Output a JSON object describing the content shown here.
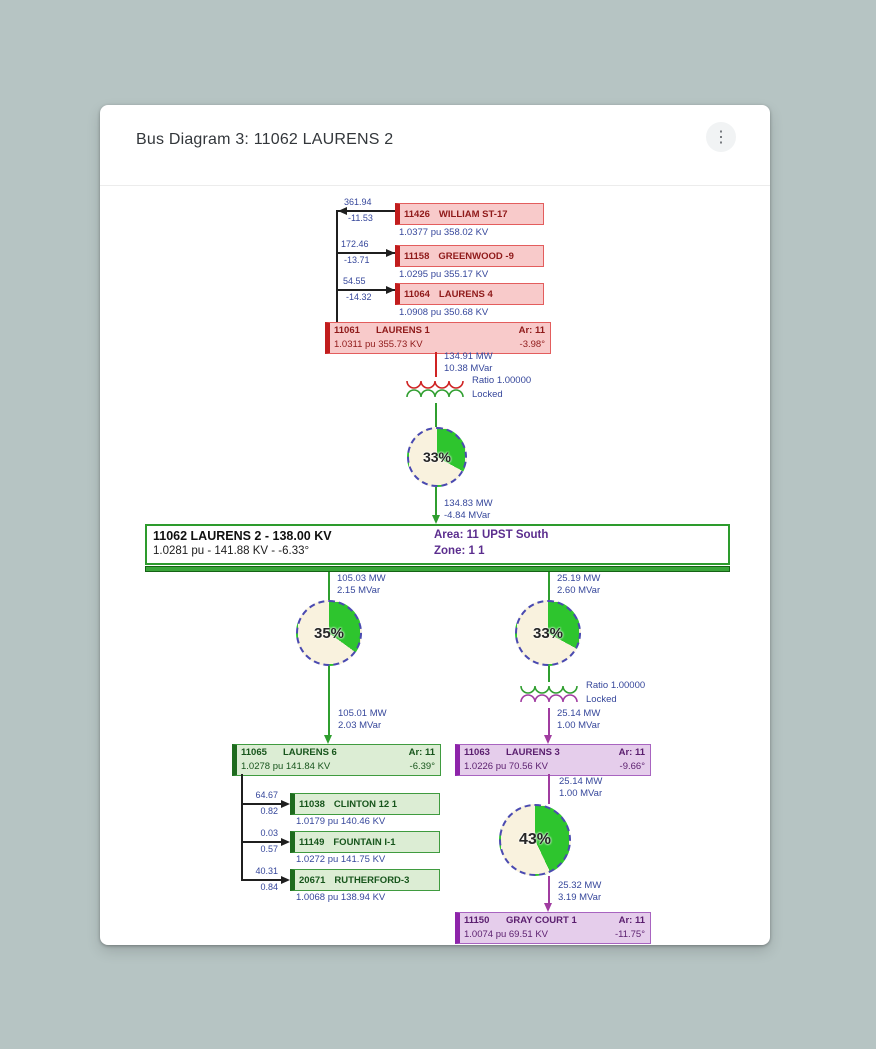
{
  "header": {
    "title": "Bus Diagram 3: 11062 LAURENS 2",
    "menu": "⋮"
  },
  "colors": {
    "page_bg": "#b6c4c3",
    "bus_pink": "#f8caca",
    "bus_green": "#dcedd4",
    "bus_purple": "#e5cdeb",
    "line_red": "#cf2323",
    "line_green": "#2f9e2f",
    "line_purple": "#a03ca0",
    "pie_wedge": "#2ec52e",
    "pie_face": "#f9f2de",
    "value_text": "#36479b"
  },
  "top_feeders": [
    {
      "mw": "361.94",
      "mvar": "-11.53",
      "bus": "11426",
      "name": "WILLIAM ST-17",
      "value": "1.0377 pu 358.02 KV"
    },
    {
      "mw": "172.46",
      "mvar": "-13.71",
      "bus": "11158",
      "name": "GREENWOOD -9",
      "value": "1.0295 pu 355.17 KV"
    },
    {
      "mw": "54.55",
      "mvar": "-14.32",
      "bus": "11064",
      "name": "LAURENS 4",
      "value": "1.0908 pu 350.68 KV"
    }
  ],
  "laurens1": {
    "bus": "11061",
    "name": "LAURENS 1",
    "area": "Ar: 11",
    "value": "1.0311 pu 355.73 KV",
    "angle": "-3.98°"
  },
  "xfmr1": {
    "mw": "134.91 MW",
    "mvar": "10.38 MVar",
    "ratio": "Ratio 1.00000",
    "tap": "Locked"
  },
  "pie1": {
    "pct": 33,
    "label": "33%"
  },
  "into_bus": {
    "mw": "134.83 MW",
    "mvar": "-4.84 MVar"
  },
  "main_bus": {
    "title": "11062  LAURENS 2 - 138.00 KV",
    "value": "1.0281 pu - 141.88 KV - -6.33°",
    "area": "Area: 11 UPST South",
    "zone": "Zone: 1 1"
  },
  "left_branch": {
    "mw_top": "105.03 MW",
    "mvar_top": "2.15 MVar",
    "pie": {
      "pct": 35,
      "label": "35%"
    },
    "mw_bot": "105.01 MW",
    "mvar_bot": "2.03 MVar",
    "box": {
      "bus": "11065",
      "name": "LAURENS 6",
      "area": "Ar: 11",
      "value": "1.0278 pu 141.84 KV",
      "angle": "-6.39°"
    },
    "children": [
      {
        "mw": "64.67",
        "mvar": "0.82",
        "bus": "11038",
        "name": "CLINTON 12 1",
        "value": "1.0179 pu 140.46 KV"
      },
      {
        "mw": "0.03",
        "mvar": "0.57",
        "bus": "11149",
        "name": "FOUNTAIN I-1",
        "value": "1.0272 pu 141.75 KV"
      },
      {
        "mw": "40.31",
        "mvar": "0.84",
        "bus": "20671",
        "name": "RUTHERFORD-3",
        "value": "1.0068 pu 138.94 KV"
      }
    ]
  },
  "right_branch": {
    "mw_top": "25.19 MW",
    "mvar_top": "2.60 MVar",
    "pie": {
      "pct": 33,
      "label": "33%"
    },
    "xfmr": {
      "ratio": "Ratio 1.00000",
      "tap": "Locked"
    },
    "mw_mid": "25.14 MW",
    "mvar_mid": "1.00 MVar",
    "laurens3": {
      "bus": "11063",
      "name": "LAURENS 3",
      "area": "Ar: 11",
      "value": "1.0226 pu 70.56 KV",
      "angle": "-9.66°"
    },
    "mw_below": "25.14 MW",
    "mvar_below": "1.00 MVar",
    "pie2": {
      "pct": 43,
      "label": "43%"
    },
    "mw_bot": "25.32 MW",
    "mvar_bot": "3.19 MVar",
    "graycourt": {
      "bus": "11150",
      "name": "GRAY COURT 1",
      "area": "Ar: 11",
      "value": "1.0074 pu 69.51 KV",
      "angle": "-11.75°"
    }
  }
}
